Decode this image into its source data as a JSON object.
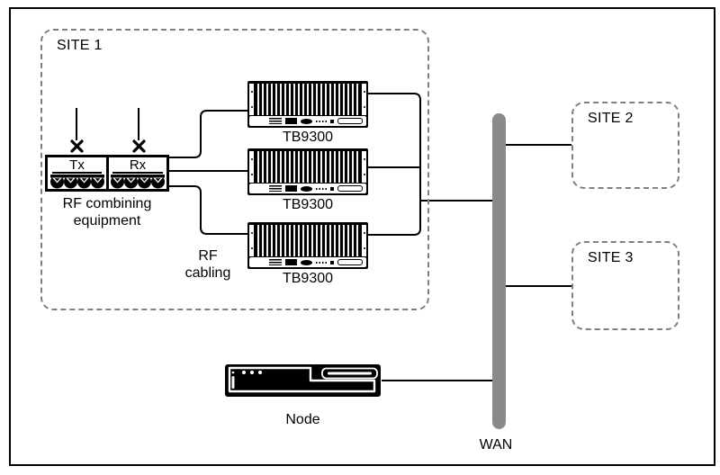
{
  "diagram": {
    "sites": {
      "site1": {
        "label": "SITE 1"
      },
      "site2": {
        "label": "SITE 2"
      },
      "site3": {
        "label": "SITE 3"
      }
    },
    "combiner": {
      "tx_label": "Tx",
      "rx_label": "Rx",
      "caption_line1": "RF combining",
      "caption_line2": "equipment"
    },
    "rf_cabling": {
      "line1": "RF",
      "line2": "cabling"
    },
    "radios": [
      {
        "label": "TB9300"
      },
      {
        "label": "TB9300"
      },
      {
        "label": "TB9300"
      }
    ],
    "node": {
      "label": "Node"
    },
    "wan": {
      "label": "WAN"
    },
    "colors": {
      "line": "#000000",
      "dashed_border": "#7f7f7f",
      "wan_bar": "#8a8a8a",
      "equipment_fill": "#000000",
      "background": "#ffffff"
    }
  }
}
